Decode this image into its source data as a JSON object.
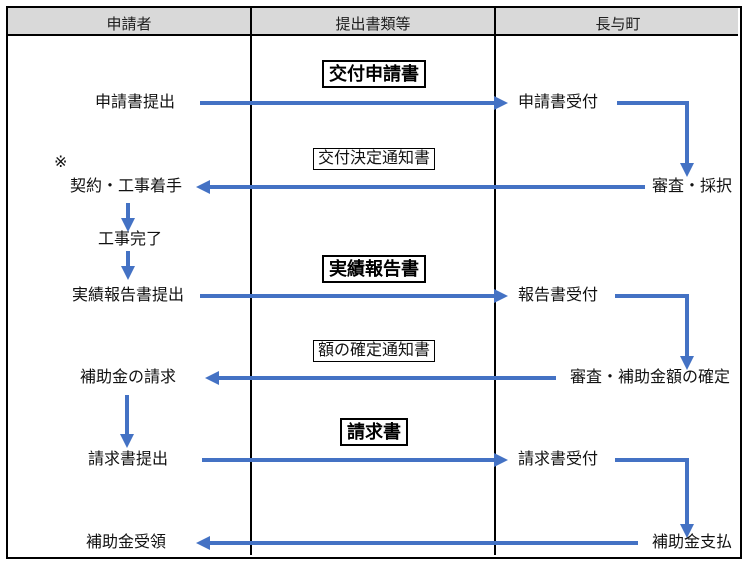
{
  "header": {
    "columns": [
      {
        "label": "申請者"
      },
      {
        "label": "提出書類等"
      },
      {
        "label": "長与町"
      }
    ]
  },
  "labels": {
    "section1": "交付申請書",
    "doc1": "交付決定通知書",
    "section2": "実績報告書",
    "doc2": "額の確定通知書",
    "section3": "請求書"
  },
  "steps": {
    "applicant": {
      "note_mark": "※",
      "submit_application": "申請書提出",
      "contract_work_start": "契約・工事着手",
      "work_complete": "工事完了",
      "submit_report": "実績報告書提出",
      "claim_subsidy": "補助金の請求",
      "submit_invoice": "請求書提出",
      "receive_subsidy": "補助金受領"
    },
    "town": {
      "receive_application": "申請書受付",
      "review_adopt": "審査・採択",
      "receive_report": "報告書受付",
      "review_confirm_amount": "審査・補助金額の確定",
      "receive_invoice": "請求書受付",
      "pay_subsidy": "補助金支払"
    }
  },
  "colors": {
    "arrow_blue": "#4472C4",
    "header_bg": "#D9D9D9",
    "border": "#000000"
  }
}
